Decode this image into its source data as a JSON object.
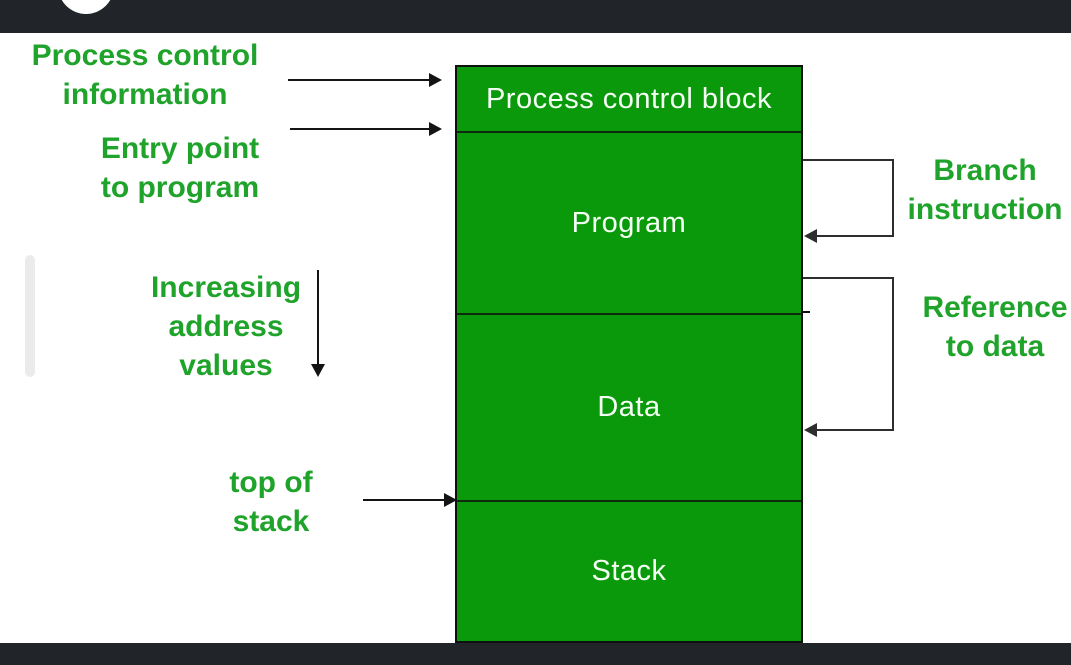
{
  "diagram": {
    "title_implicit": "Process image in memory",
    "memory_box": {
      "sections": [
        {
          "label": "Process control block"
        },
        {
          "label": "Program"
        },
        {
          "label": "Data"
        },
        {
          "label": "Stack"
        }
      ]
    },
    "labels": {
      "process_control_information": "Process control\ninformation",
      "entry_point": "Entry point\nto program",
      "increasing_address": "Increasing\naddress\nvalues",
      "top_of_stack": "top of\nstack",
      "branch_instruction": "Branch\ninstruction",
      "reference_to_data": "Reference\nto data"
    },
    "colors": {
      "box_green": "#0a990a",
      "label_green": "#1fa32b",
      "box_text_white": "#f4fff4",
      "chrome_bar_dark": "#212529",
      "arrow_black": "#141414",
      "loop_gray": "#2e2e2e"
    }
  }
}
